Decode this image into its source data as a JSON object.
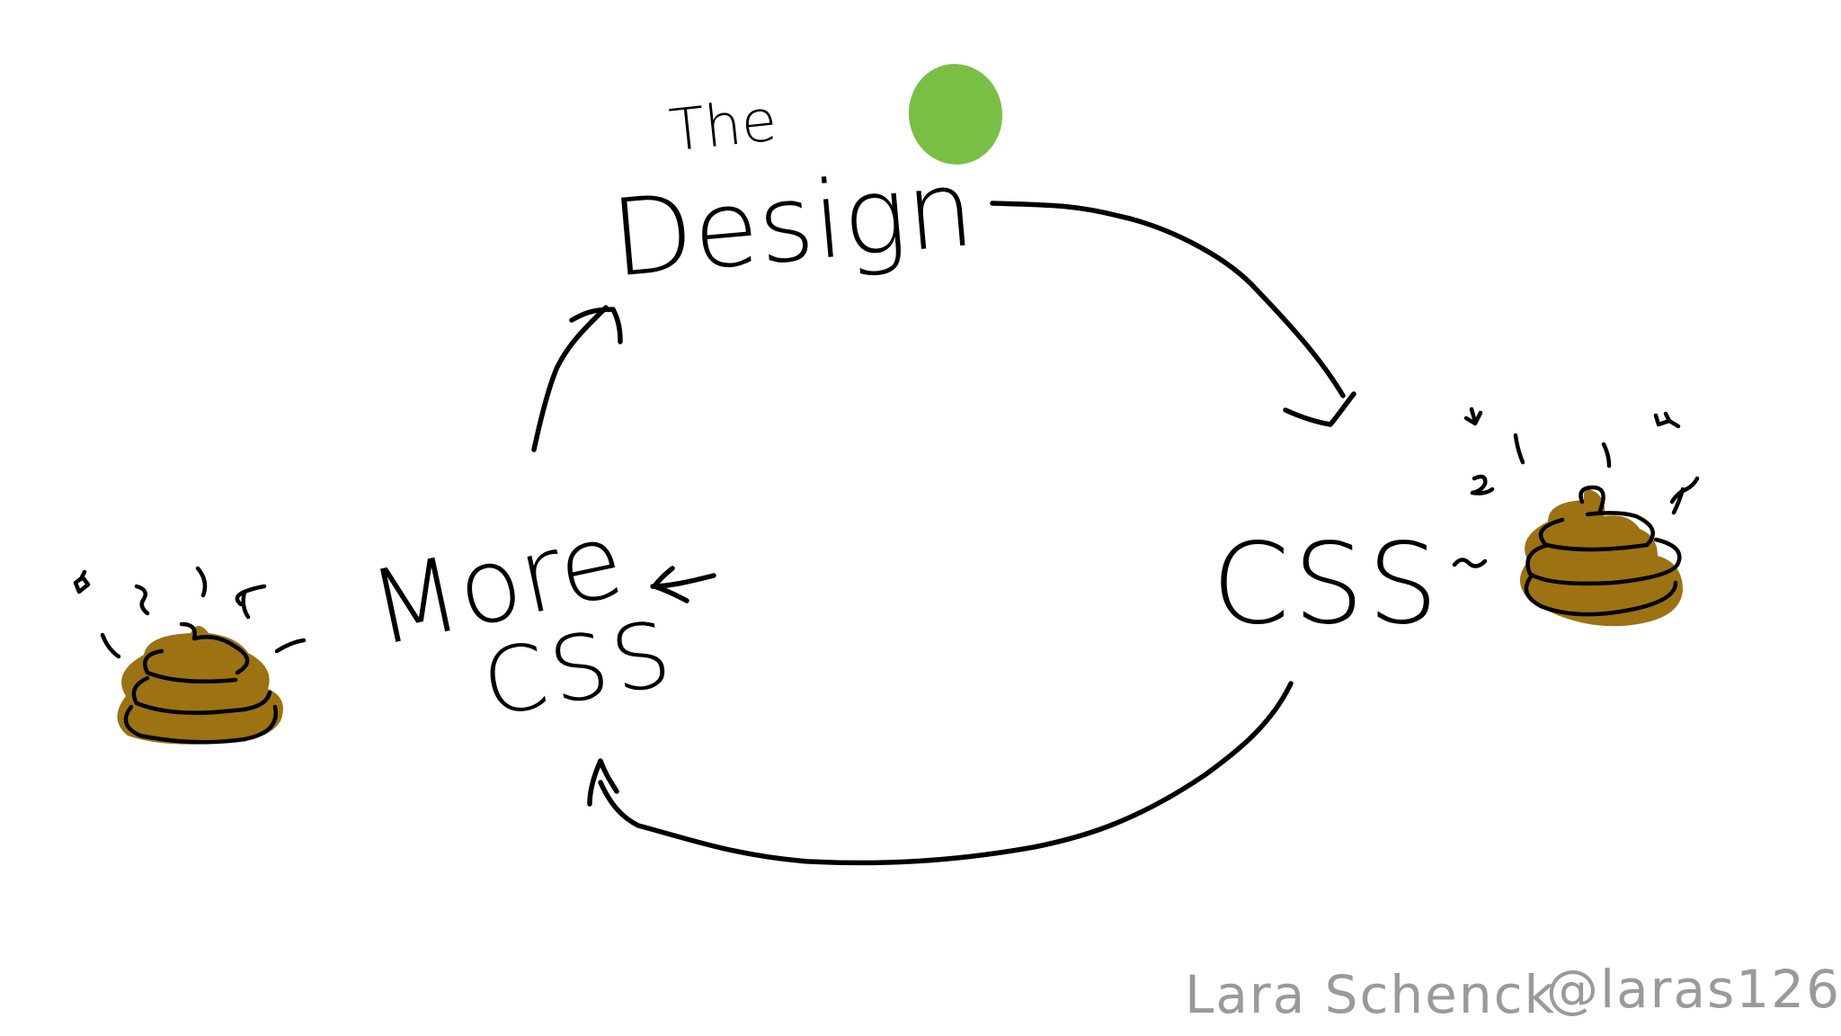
{
  "nodes": {
    "design": {
      "line1": "The",
      "line2": "Design"
    },
    "css": {
      "label": "CSS"
    },
    "more_css": {
      "line1": "More",
      "line2": "CSS"
    }
  },
  "signature": {
    "name": "Lara Schenck",
    "handle": "@laras126"
  },
  "colors": {
    "ink": "#000000",
    "green_dot": "#7abf45",
    "poop_fill": "#9c7213",
    "signature": "#9a9a9a"
  },
  "icons": {
    "design_marker": "green-dot-icon",
    "css_marker": "poop-icon",
    "more_css_marker": "poop-icon"
  }
}
